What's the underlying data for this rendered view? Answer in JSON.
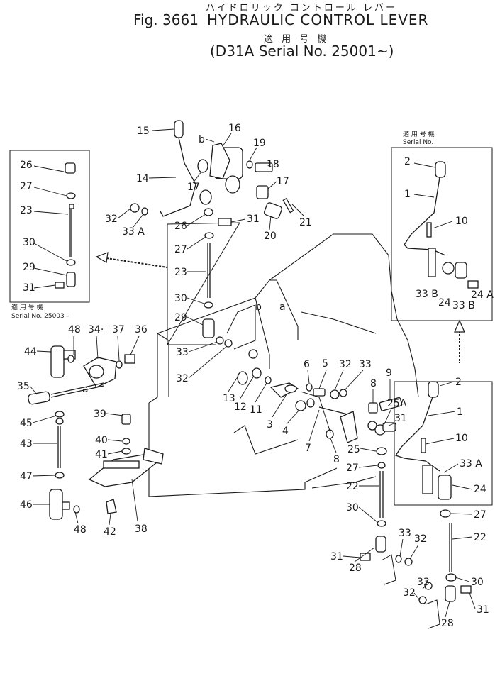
{
  "title": {
    "kana": "ハイドロリック コントロール レバー",
    "fig": "Fig. 3661",
    "name": "HYDRAULIC CONTROL LEVER",
    "applicability": "適 用 号 機",
    "serial": "(D31A Serial No. 25001~)"
  },
  "insets": {
    "left_heading": "適 用 号 機",
    "left_serial": "Serial No. 25003 -",
    "right_heading": "適 用 号 機",
    "right_serial": "Serial No."
  },
  "labels": {
    "p1a": "1",
    "p1b": "1",
    "p2a": "2",
    "p2b": "2",
    "p3": "3",
    "p4": "4",
    "p5": "5",
    "p6": "6",
    "p7": "7",
    "p8a": "8",
    "p8b": "8",
    "p9": "9",
    "p10a": "10",
    "p10b": "10",
    "p11": "11",
    "p12": "12",
    "p13": "13",
    "p14": "14",
    "p15": "15",
    "p16": "16",
    "p17a": "17",
    "p17b": "17",
    "p18": "18",
    "p19": "19",
    "p20": "20",
    "p21": "21",
    "p22a": "22",
    "p22b": "22",
    "p23a": "23",
    "p23b": "23",
    "p24a": "24",
    "p24b": "24",
    "p24A": "24 A",
    "p25": "25",
    "p25A": "25A",
    "p26a": "26",
    "p26b": "26",
    "p27a": "27",
    "p27b": "27",
    "p27c": "27",
    "p27d": "27",
    "p28a": "28",
    "p28b": "28",
    "p29a": "29",
    "p29b": "29",
    "p30a": "30",
    "p30b": "30",
    "p30c": "30",
    "p30d": "30",
    "p31a": "31",
    "p31b": "31",
    "p31c": "31",
    "p31d": "31",
    "p31e": "31",
    "p32a": "32",
    "p32b": "32",
    "p32c": "32",
    "p32d": "32",
    "p32e": "32",
    "p33a": "33",
    "p33b": "33",
    "p33c": "33",
    "p33d": "33",
    "p33A_a": "33 A",
    "p33A_b": "33 A",
    "p33B_a": "33 B",
    "p33B_b": "33 B",
    "p34": "34·",
    "p35": "35",
    "p36": "36",
    "p37": "37",
    "p38": "38",
    "p39": "39",
    "p40": "40",
    "p41": "41",
    "p42": "42",
    "p43": "43",
    "p44": "44",
    "p45": "45",
    "p46": "46",
    "p47": "47",
    "p48a": "48",
    "p48b": "48",
    "ref_a1": "a",
    "ref_a2": "a",
    "ref_b1": "b",
    "ref_b2": "b"
  }
}
